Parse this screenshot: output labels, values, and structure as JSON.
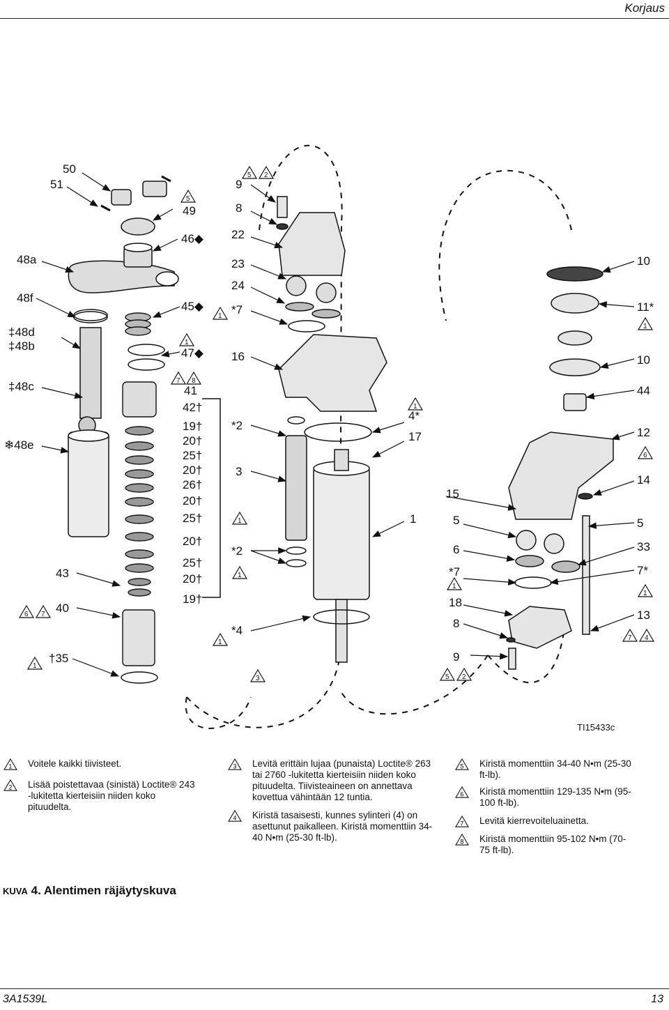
{
  "header": {
    "section": "Korjaus"
  },
  "footer": {
    "doc_id": "3A1539L",
    "page_number": "13"
  },
  "figure": {
    "image_code": "TI15433c",
    "labels_left": [
      "50",
      "51",
      "48a",
      "48f",
      "‡48d",
      "‡48b",
      "‡48c",
      "❄48e",
      "43",
      "40",
      "†35"
    ],
    "labels_mid_left": [
      "49",
      "46◆",
      "45◆",
      "47◆",
      "41",
      "42†",
      "19†",
      "20†",
      "25†",
      "20†",
      "26†",
      "20†",
      "25†",
      "20†",
      "25†",
      "20†",
      "19†"
    ],
    "labels_mid": [
      "9",
      "8",
      "22",
      "23",
      "24",
      "*7",
      "16",
      "*2",
      "3",
      "*2",
      "*4"
    ],
    "labels_mid_right": [
      "4*",
      "17",
      "1",
      "15",
      "5",
      "6",
      "*7",
      "18",
      "8",
      "9"
    ],
    "labels_right": [
      "10",
      "11*",
      "10",
      "44",
      "12",
      "14",
      "5",
      "33",
      "7*",
      "13"
    ]
  },
  "notes": [
    {
      "num": "1",
      "text": "Voitele kaikki tiivisteet."
    },
    {
      "num": "2",
      "text": "Lisää poistettavaa (sinistä) Loctite® 243 -lukitetta kierteisiin niiden koko pituudelta."
    },
    {
      "num": "3",
      "text": "Levitä erittäin lujaa (punaista) Loctite® 263 tai 2760 -lukitetta kierteisiin niiden koko pituudelta. Tiivisteaineen on annettava kovettua vähintään 12 tuntia."
    },
    {
      "num": "4",
      "text": "Kiristä tasaisesti, kunnes sylinteri (4) on asettunut paikalleen. Kiristä momenttiin 34-40 N•m (25-30 ft-lb)."
    },
    {
      "num": "5",
      "text": "Kiristä momenttiin 34-40 N•m (25-30 ft-lb)."
    },
    {
      "num": "6",
      "text": "Kiristä momenttiin 129-135 N•m (95-100 ft-lb)."
    },
    {
      "num": "7",
      "text": "Levitä kierrevoiteluainetta."
    },
    {
      "num": "8",
      "text": "Kiristä momenttiin 95-102 N•m (70-75 ft-lb)."
    }
  ],
  "caption": {
    "prefix": "Kuva",
    "title": "4. Alentimen räjäytyskuva"
  }
}
